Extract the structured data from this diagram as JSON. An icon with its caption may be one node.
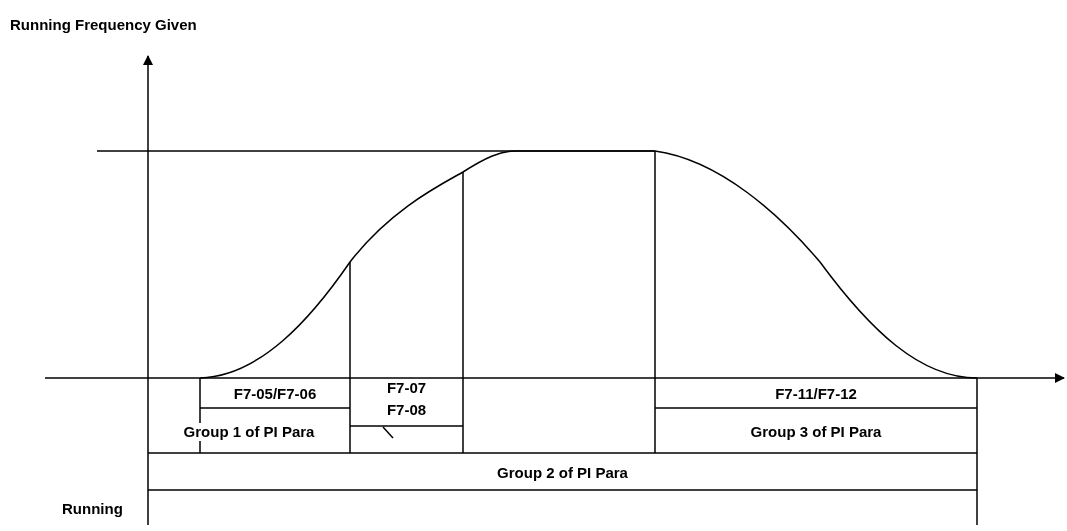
{
  "diagram": {
    "nodes": [
      {
        "text": [
          "F7-05/F7-06"
        ]
      },
      {
        "text": [
          "Group 1 of PI Para"
        ]
      },
      {
        "text": [
          "F7-07",
          "F7-08"
        ]
      },
      {
        "text": [
          "F7-11/F7-12"
        ]
      },
      {
        "text": [
          "Group 3 of PI Para"
        ]
      },
      {
        "text": [
          "Group 2 of PI Para"
        ]
      }
    ],
    "labels": [
      "Running Frequency Given",
      "Running"
    ]
  }
}
